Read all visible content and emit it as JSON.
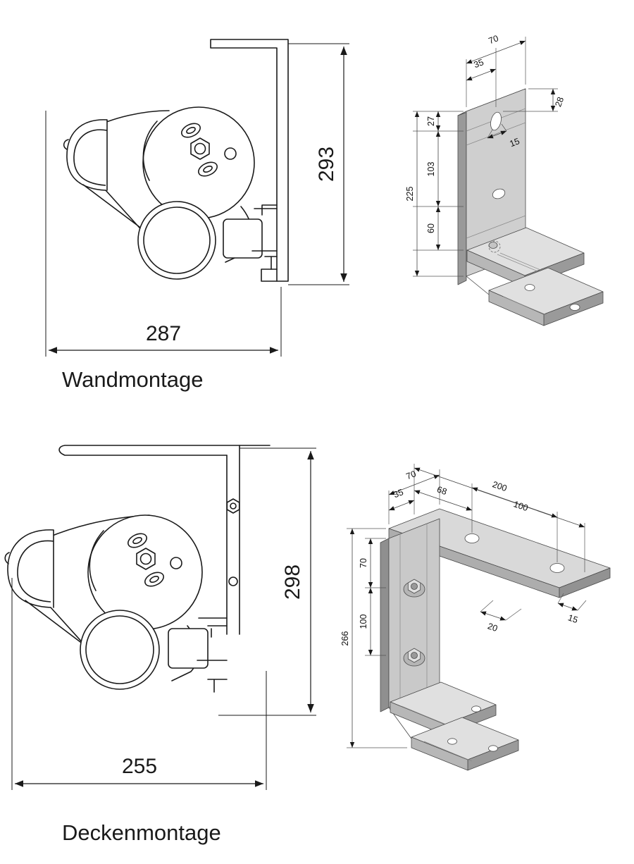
{
  "wall": {
    "label": "Wandmontage",
    "side_view": {
      "height": "293",
      "width": "287"
    },
    "bracket": {
      "width": "70",
      "slot_offset": "35",
      "top_to_slot": "28",
      "top_to_groove": "27",
      "slot_width": "15",
      "groove_to_hole": "103",
      "total_height": "225",
      "hole_to_foot": "60"
    }
  },
  "ceiling": {
    "label": "Deckenmontage",
    "side_view": {
      "height": "298",
      "width": "255"
    },
    "bracket": {
      "plate_width": "70",
      "plate_half_width": "35",
      "end_to_hole": "68",
      "plate_length": "200",
      "hole_spacing": "100",
      "top_to_bolt": "70",
      "bolt_spacing": "100",
      "hole_inset": "20",
      "edge_distance": "15",
      "total_height": "266"
    }
  }
}
